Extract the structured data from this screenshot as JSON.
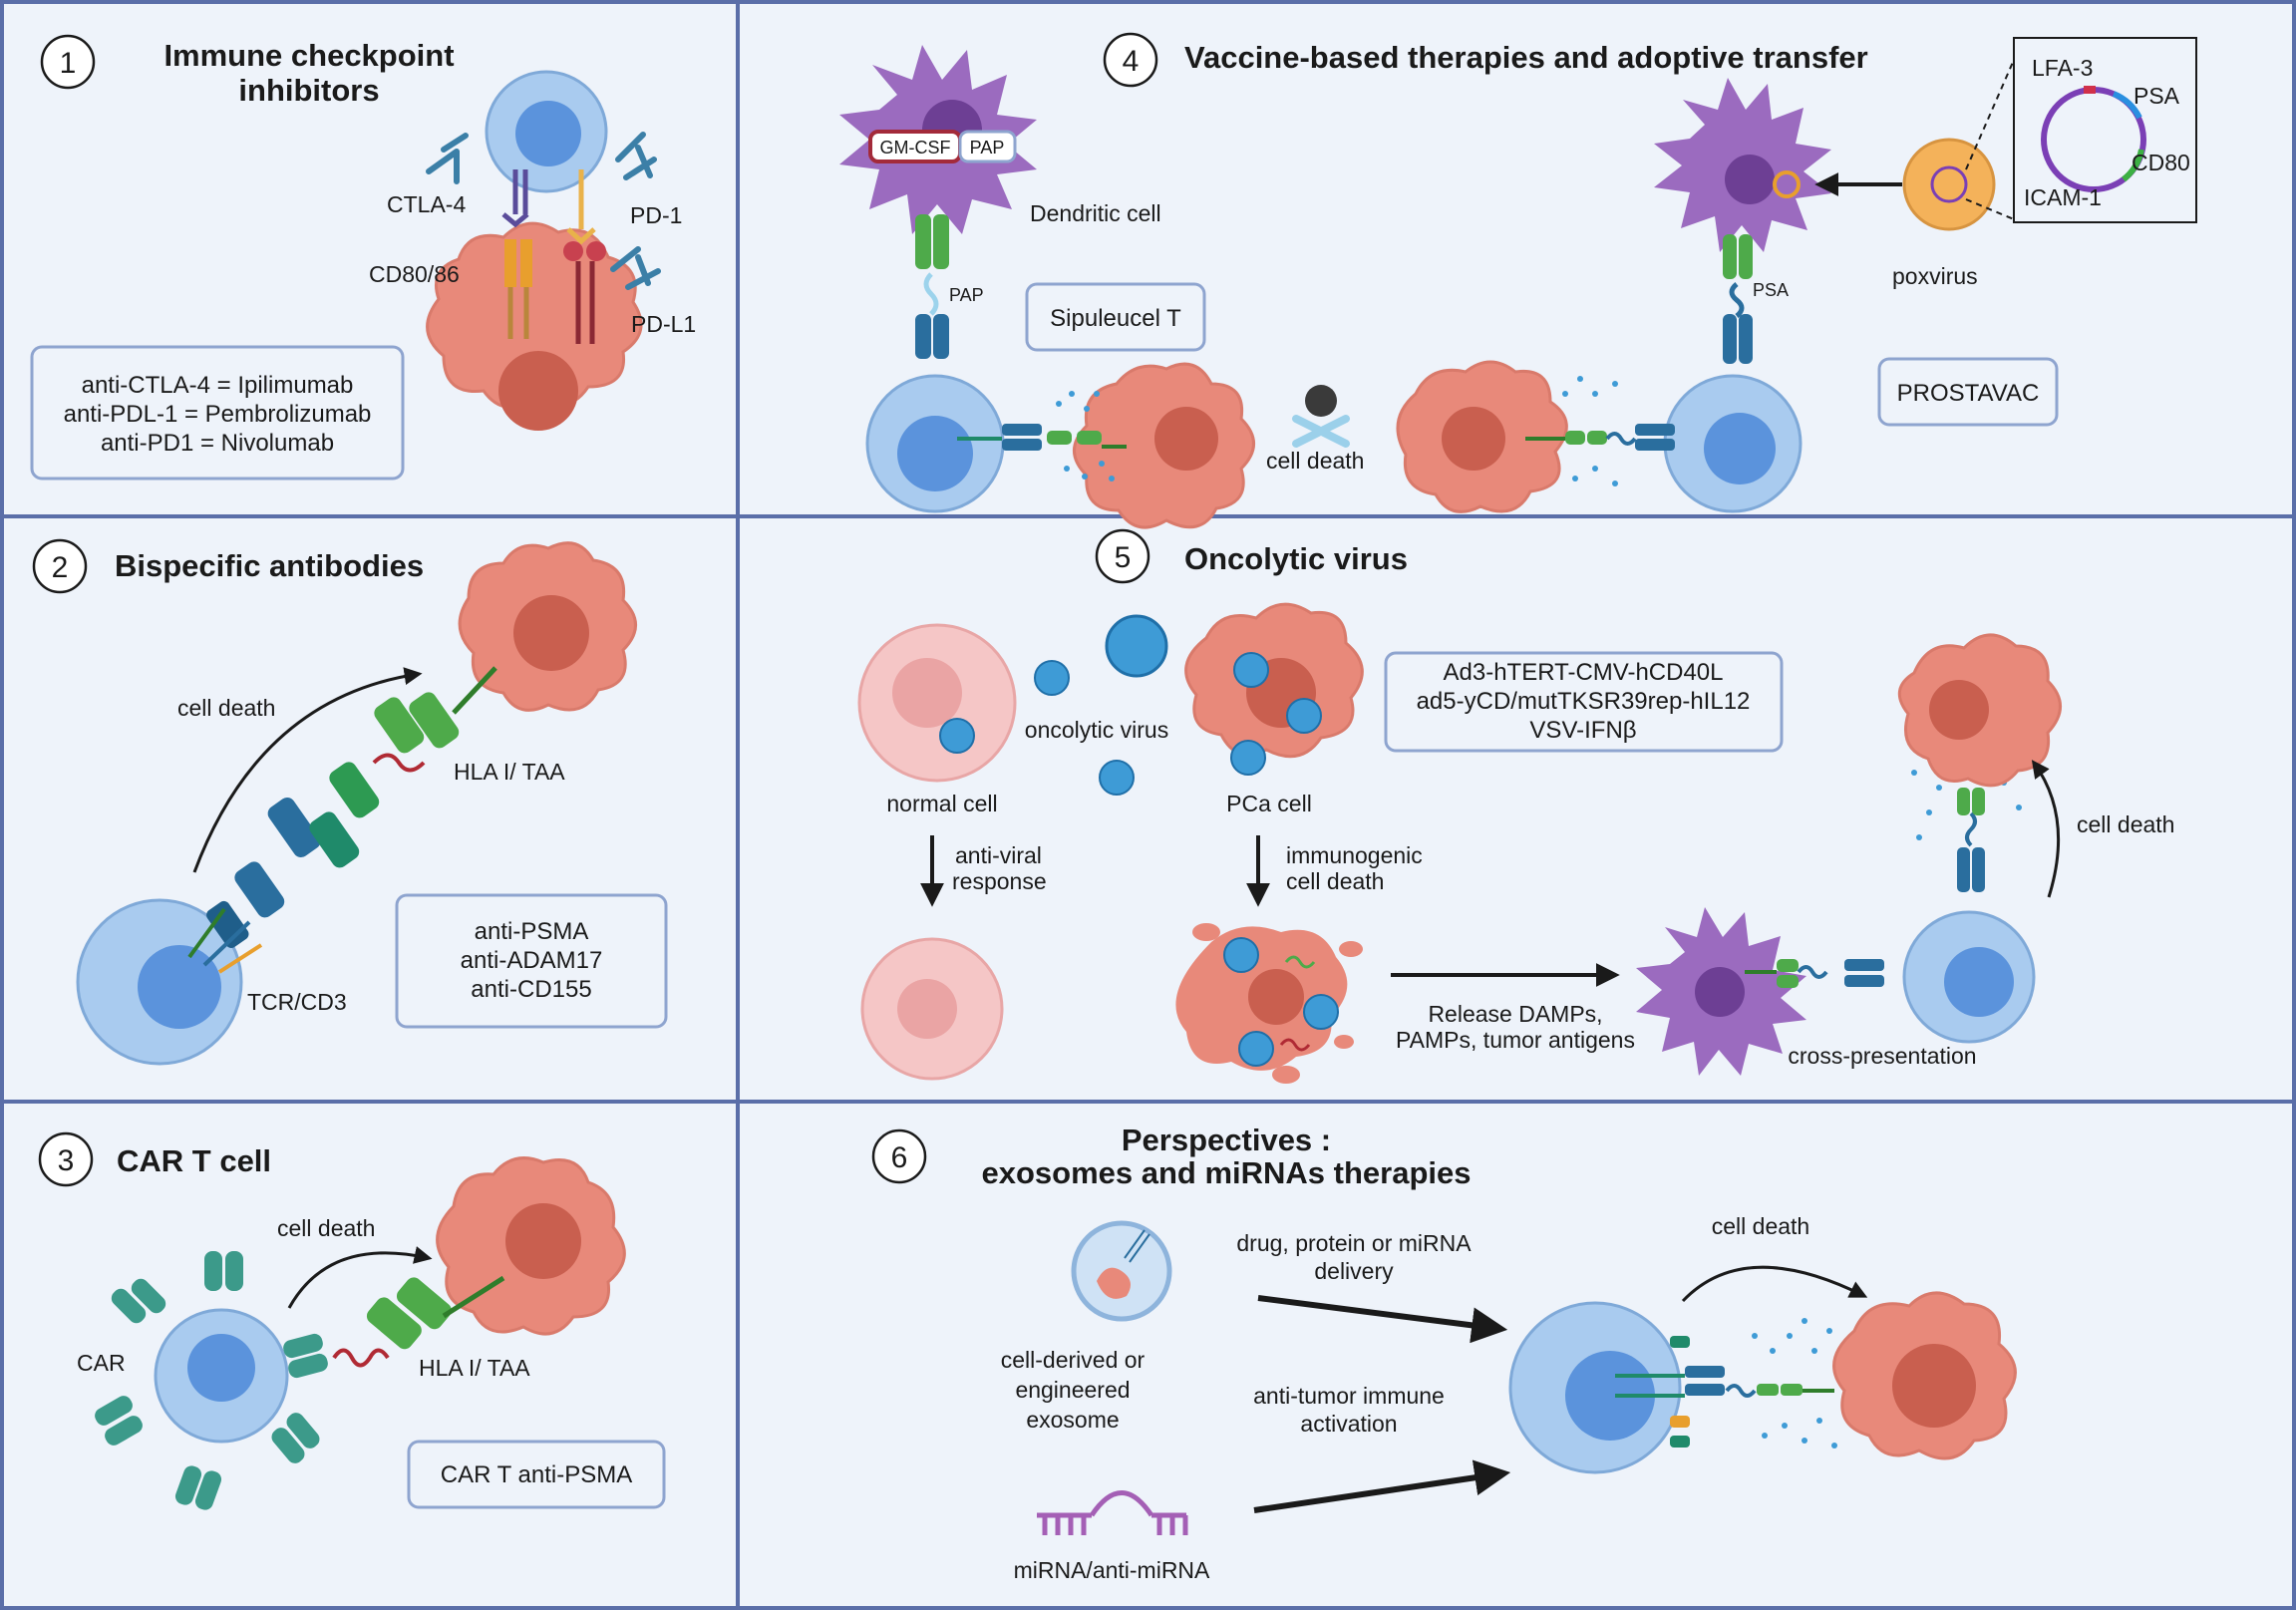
{
  "panels": {
    "p1": {
      "number": "1",
      "title_lines": [
        "Immune checkpoint",
        "inhibitors"
      ],
      "labels": {
        "ctla4": "CTLA-4",
        "pd1": "PD-1",
        "cd8086": "CD80/86",
        "pdl1": "PD-L1"
      },
      "box_lines": [
        "anti-CTLA-4 = Ipilimumab",
        "anti-PDL-1 = Pembrolizumab",
        "anti-PD1 = Nivolumab"
      ]
    },
    "p2": {
      "number": "2",
      "title": "Bispecific antibodies",
      "labels": {
        "cell_death": "cell death",
        "hla": "HLA I/ TAA",
        "tcr": "TCR/CD3"
      },
      "box_lines": [
        "anti-PSMA",
        "anti-ADAM17",
        "anti-CD155"
      ]
    },
    "p3": {
      "number": "3",
      "title": "CAR T cell",
      "labels": {
        "cell_death": "cell death",
        "car": "CAR",
        "hla": "HLA I/ TAA"
      },
      "box_lines": [
        "CAR T anti-PSMA"
      ]
    },
    "p4": {
      "number": "4",
      "title": "Vaccine-based therapies and adoptive transfer",
      "labels": {
        "gmcsf": "GM-CSF",
        "pap_tag": "PAP",
        "dendritic": "Dendritic cell",
        "pap": "PAP",
        "cell_death": "cell death",
        "psa": "PSA",
        "poxvirus": "poxvirus",
        "lfa3": "LFA-3",
        "psa_plasmid": "PSA",
        "cd80": "CD80",
        "icam1": "ICAM-1"
      },
      "box_sipuleucel": "Sipuleucel T",
      "box_prostavac": "PROSTAVAC"
    },
    "p5": {
      "number": "5",
      "title": "Oncolytic virus",
      "labels": {
        "normal_cell": "normal cell",
        "oncolytic_virus": "oncolytic virus",
        "pca_cell": "PCa cell",
        "antiviral_lines": [
          "anti-viral",
          "response"
        ],
        "immunogenic_lines": [
          "immunogenic",
          "cell death"
        ],
        "release_lines": [
          "Release DAMPs,",
          "PAMPs, tumor antigens"
        ],
        "cross": "cross-presentation",
        "cell_death": "cell death"
      },
      "box_lines": [
        "Ad3-hTERT-CMV-hCD40L",
        "ad5-yCD/mutTKSR39rep-hIL12",
        "VSV-IFNβ"
      ]
    },
    "p6": {
      "number": "6",
      "title_lines": [
        "Perspectives :",
        "exosomes and miRNAs therapies"
      ],
      "labels": {
        "delivery_lines": [
          "drug, protein or miRNA",
          "delivery"
        ],
        "exosome_lines": [
          "cell-derived or",
          "engineered",
          "exosome"
        ],
        "activation_lines": [
          "anti-tumor immune",
          "activation"
        ],
        "mirna": "miRNA/anti-miRNA",
        "cell_death": "cell death"
      }
    }
  },
  "colors": {
    "panel_bg": "#eef3fa",
    "divider": "#5a6ea8",
    "box_border": "#8ea4cf",
    "tcell": "#a9cbef",
    "tcell_nucleus": "#5b93dc",
    "tumor": "#e8897a",
    "tumor_nucleus": "#c95f4f",
    "dendritic": "#9b6bbf",
    "green_receptor": "#4eaa4a",
    "blue_receptor": "#2a6e9e",
    "virus": "#3e9bd6",
    "normal_cell": "#f5c6c6",
    "poxvirus": "#f4b25a"
  }
}
